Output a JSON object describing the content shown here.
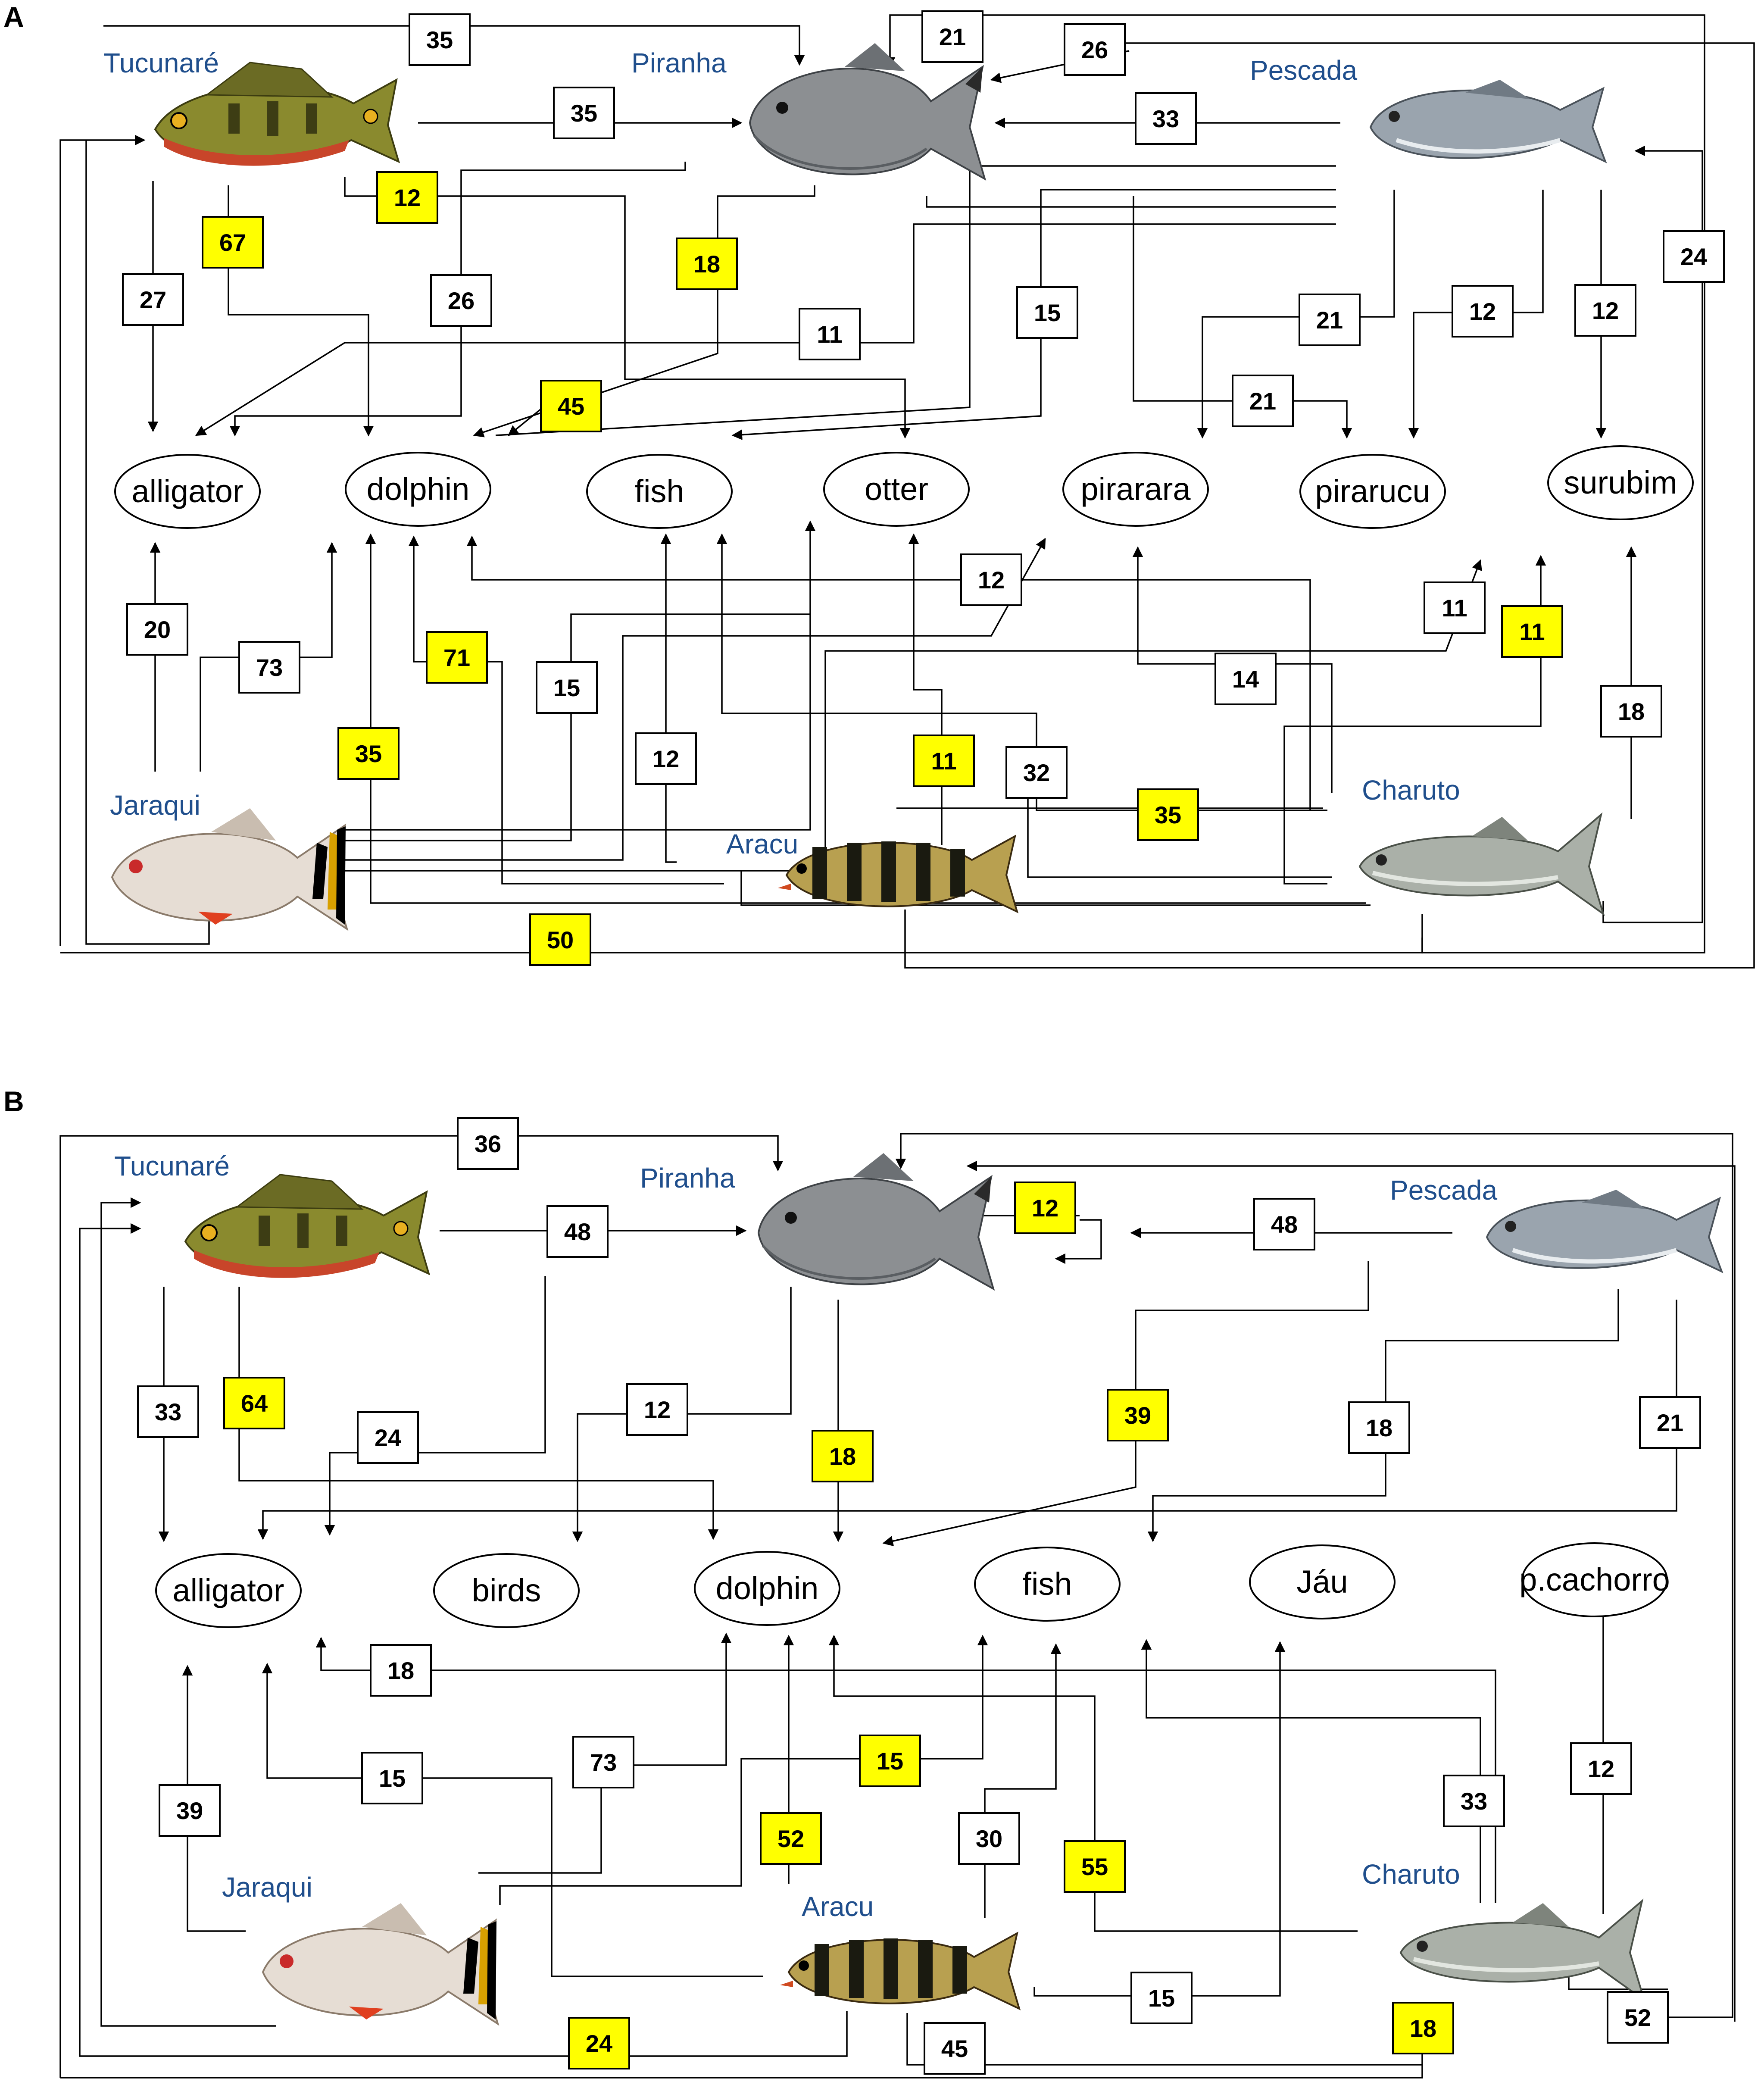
{
  "panels": [
    {
      "letter": "A",
      "species": [
        "Tucunaré",
        "Piranha",
        "Pescada",
        "Jaraqui",
        "Aracu",
        "Charuto"
      ],
      "predators": [
        "alligator",
        "dolphin",
        "fish",
        "otter",
        "pirarara",
        "pirarucu",
        "surubim"
      ],
      "values": [
        {
          "v": "35",
          "hl": false
        },
        {
          "v": "21",
          "hl": false
        },
        {
          "v": "26",
          "hl": false
        },
        {
          "v": "35",
          "hl": false
        },
        {
          "v": "33",
          "hl": false
        },
        {
          "v": "12",
          "hl": true
        },
        {
          "v": "67",
          "hl": true
        },
        {
          "v": "18",
          "hl": true
        },
        {
          "v": "24",
          "hl": false
        },
        {
          "v": "27",
          "hl": false
        },
        {
          "v": "26",
          "hl": false
        },
        {
          "v": "15",
          "hl": false
        },
        {
          "v": "21",
          "hl": false
        },
        {
          "v": "12",
          "hl": false
        },
        {
          "v": "12",
          "hl": false
        },
        {
          "v": "11",
          "hl": false
        },
        {
          "v": "45",
          "hl": true
        },
        {
          "v": "21",
          "hl": false
        },
        {
          "v": "12",
          "hl": false
        },
        {
          "v": "20",
          "hl": false
        },
        {
          "v": "73",
          "hl": false
        },
        {
          "v": "71",
          "hl": true
        },
        {
          "v": "15",
          "hl": false
        },
        {
          "v": "11",
          "hl": false
        },
        {
          "v": "11",
          "hl": true
        },
        {
          "v": "14",
          "hl": false
        },
        {
          "v": "18",
          "hl": false
        },
        {
          "v": "35",
          "hl": true
        },
        {
          "v": "12",
          "hl": false
        },
        {
          "v": "11",
          "hl": true
        },
        {
          "v": "32",
          "hl": false
        },
        {
          "v": "35",
          "hl": true
        },
        {
          "v": "50",
          "hl": true
        }
      ]
    },
    {
      "letter": "B",
      "species": [
        "Tucunaré",
        "Piranha",
        "Pescada",
        "Jaraqui",
        "Aracu",
        "Charuto"
      ],
      "predators": [
        "alligator",
        "birds",
        "dolphin",
        "fish",
        "Jáu",
        "p.cachorro"
      ],
      "values": [
        {
          "v": "36",
          "hl": false
        },
        {
          "v": "48",
          "hl": false
        },
        {
          "v": "12",
          "hl": true
        },
        {
          "v": "48",
          "hl": false
        },
        {
          "v": "33",
          "hl": false
        },
        {
          "v": "64",
          "hl": true
        },
        {
          "v": "24",
          "hl": false
        },
        {
          "v": "12",
          "hl": false
        },
        {
          "v": "18",
          "hl": true
        },
        {
          "v": "39",
          "hl": true
        },
        {
          "v": "18",
          "hl": false
        },
        {
          "v": "21",
          "hl": false
        },
        {
          "v": "18",
          "hl": false
        },
        {
          "v": "39",
          "hl": false
        },
        {
          "v": "15",
          "hl": false
        },
        {
          "v": "73",
          "hl": false
        },
        {
          "v": "15",
          "hl": true
        },
        {
          "v": "52",
          "hl": true
        },
        {
          "v": "30",
          "hl": false
        },
        {
          "v": "55",
          "hl": true
        },
        {
          "v": "33",
          "hl": false
        },
        {
          "v": "12",
          "hl": false
        },
        {
          "v": "15",
          "hl": false
        },
        {
          "v": "24",
          "hl": true
        },
        {
          "v": "45",
          "hl": false
        },
        {
          "v": "18",
          "hl": true
        },
        {
          "v": "52",
          "hl": false
        }
      ]
    }
  ],
  "colors": {
    "highlight_box": "#ffff00",
    "plain_box": "#ffffff",
    "species_label": "#1f4e8c",
    "line": "#000000"
  }
}
